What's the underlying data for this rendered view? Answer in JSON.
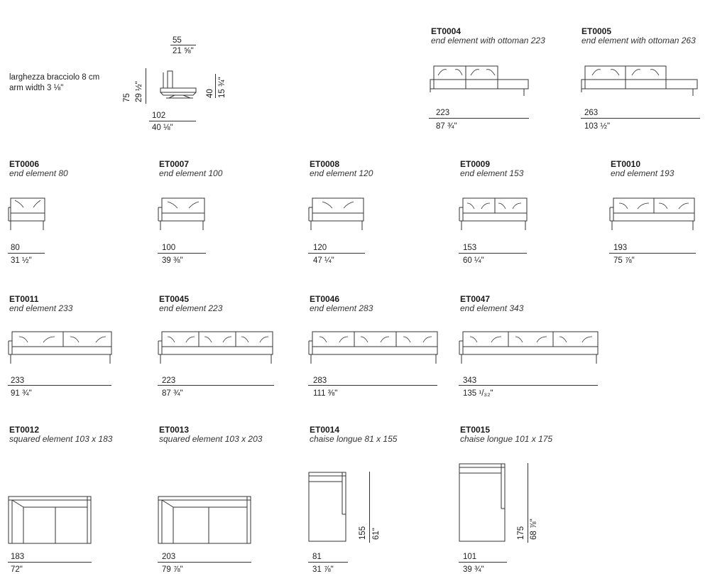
{
  "header": {
    "arm_width_it": "larghezza bracciolo 8 cm",
    "arm_width_en": "arm width 3 ⅛\"",
    "depth_cm": "55",
    "depth_in": "21 ⅝\"",
    "height_cm": "75",
    "height_in": "29 ½\"",
    "seat_cm": "40",
    "seat_in": "15 ¾\"",
    "width_cm": "102",
    "width_in": "40 ⅛\""
  },
  "items": [
    {
      "code": "ET0004",
      "desc": "end element with ottoman 223",
      "cm": "223",
      "inch": "87 ¾\""
    },
    {
      "code": "ET0005",
      "desc": "end element with ottoman 263",
      "cm": "263",
      "inch": "103 ½\""
    },
    {
      "code": "ET0006",
      "desc": "end element 80",
      "cm": "80",
      "inch": "31 ½\""
    },
    {
      "code": "ET0007",
      "desc": "end element 100",
      "cm": "100",
      "inch": "39 ⅜\""
    },
    {
      "code": "ET0008",
      "desc": "end element 120",
      "cm": "120",
      "inch": "47 ¼\""
    },
    {
      "code": "ET0009",
      "desc": "end element 153",
      "cm": "153",
      "inch": "60 ¼\""
    },
    {
      "code": "ET0010",
      "desc": "end element 193",
      "cm": "193",
      "inch": "75 ⅞\""
    },
    {
      "code": "ET0011",
      "desc": "end element 233",
      "cm": "233",
      "inch": "91 ¾\""
    },
    {
      "code": "ET0045",
      "desc": "end element 223",
      "cm": "223",
      "inch": "87 ¾\""
    },
    {
      "code": "ET0046",
      "desc": "end element 283",
      "cm": "283",
      "inch": "111 ⅜\""
    },
    {
      "code": "ET0047",
      "desc": "end element 343",
      "cm": "343",
      "inch": "135 ¹/₃₂\""
    },
    {
      "code": "ET0012",
      "desc": "squared element 103 x 183",
      "cm": "183",
      "inch": "72\""
    },
    {
      "code": "ET0013",
      "desc": "squared element 103 x 203",
      "cm": "203",
      "inch": "79 ⅞\""
    },
    {
      "code": "ET0014",
      "desc": "chaise longue 81 x 155",
      "cm": "81",
      "inch": "31 ⅞\"",
      "depth_cm": "155",
      "depth_in": "61\""
    },
    {
      "code": "ET0015",
      "desc": "chaise longue 101 x 175",
      "cm": "101",
      "inch": "39 ¾\"",
      "depth_cm": "175",
      "depth_in": "68 ⅞\""
    }
  ]
}
